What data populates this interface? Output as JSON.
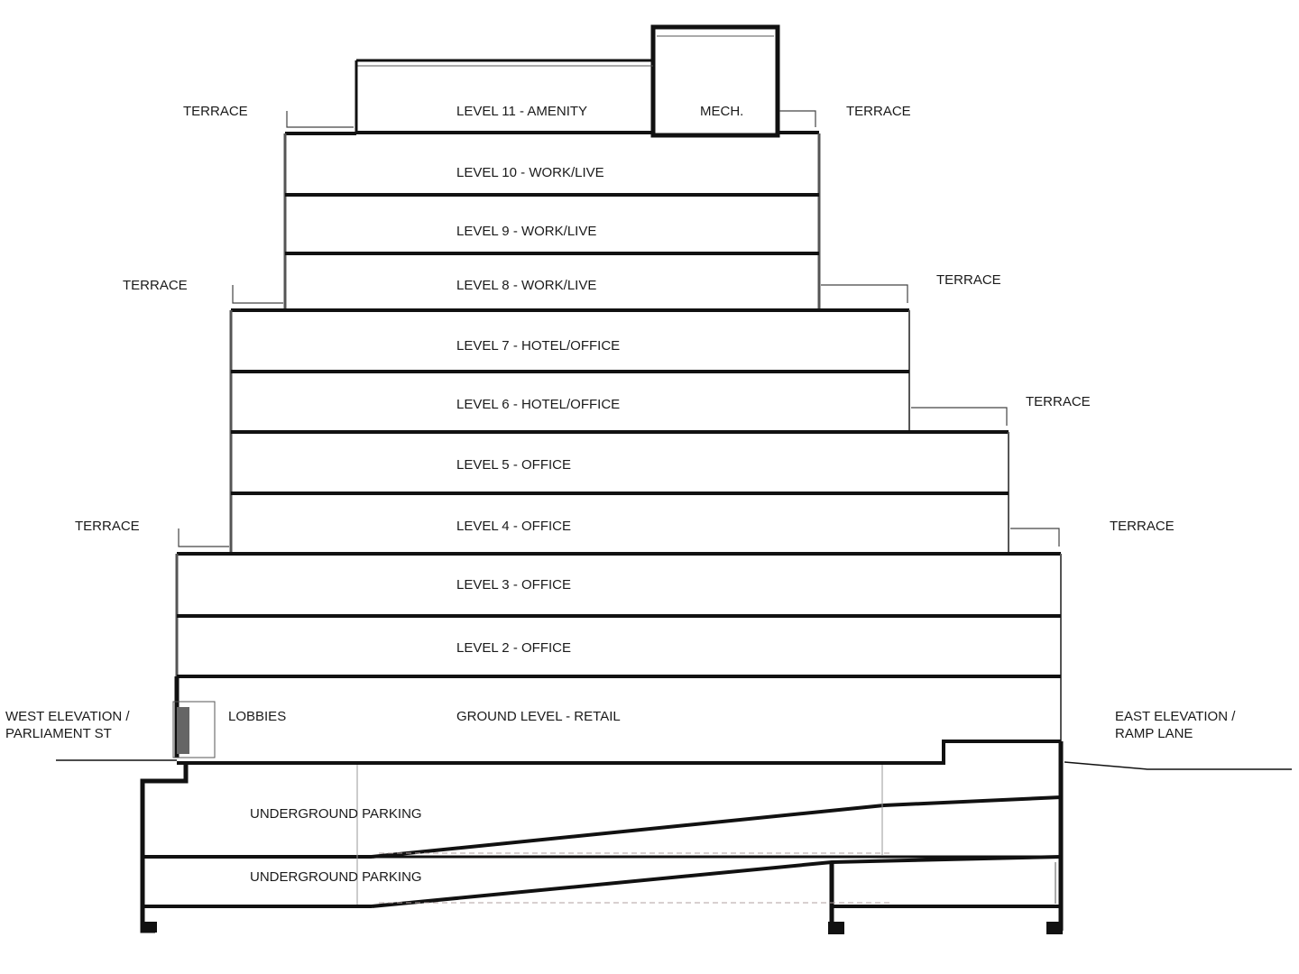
{
  "levels": {
    "l11": "LEVEL 11 - AMENITY",
    "mech": "MECH.",
    "l10": "LEVEL 10 - WORK/LIVE",
    "l9": "LEVEL 9 - WORK/LIVE",
    "l8": "LEVEL 8 - WORK/LIVE",
    "l7": "LEVEL 7 - HOTEL/OFFICE",
    "l6": "LEVEL 6 - HOTEL/OFFICE",
    "l5": "LEVEL 5 - OFFICE",
    "l4": "LEVEL 4 - OFFICE",
    "l3": "LEVEL 3 - OFFICE",
    "l2": "LEVEL 2 - OFFICE",
    "ground": "GROUND LEVEL - RETAIL",
    "lobbies": "LOBBIES",
    "parking1": "UNDERGROUND PARKING",
    "parking2": "UNDERGROUND PARKING"
  },
  "terraces": {
    "t11_west": "TERRACE",
    "t11_east": "TERRACE",
    "t8_west": "TERRACE",
    "t8_east": "TERRACE",
    "t6_east": "TERRACE",
    "t4_west": "TERRACE",
    "t4_east": "TERRACE"
  },
  "elevations": {
    "west_line1": "WEST ELEVATION /",
    "west_line2": "PARLIAMENT ST",
    "east_line1": "EAST ELEVATION /",
    "east_line2": "RAMP LANE"
  }
}
